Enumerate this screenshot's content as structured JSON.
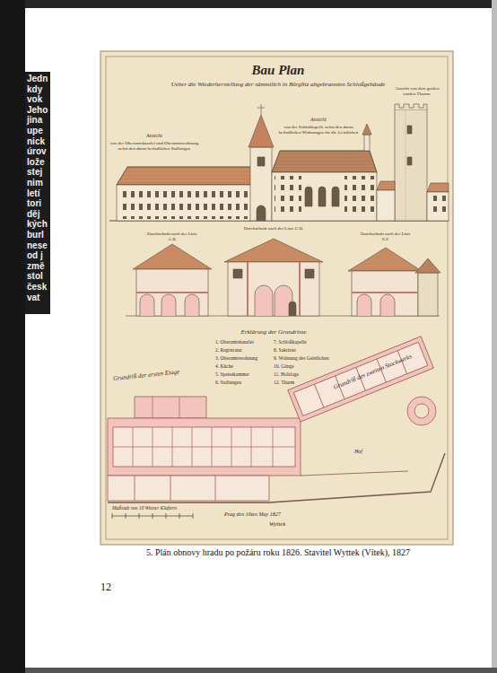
{
  "diagram": {
    "title": "Bau Plan",
    "caption": "5. Plán obnovy hradu po požáru roku 1826. Stavitel Wyttek (Vítek), 1827",
    "labels": [
      "Jedn",
      "kdy",
      "vok",
      "Jeho",
      "jina",
      "upe",
      "nick",
      "úrov",
      "lože",
      "stej",
      "nim",
      "letí",
      "tori",
      "děj",
      "kých",
      "burl",
      "nese",
      "od j",
      "změ",
      "stol",
      "česk",
      "vat",
      "Ueber die Wiederherstellung der sämmtlich in Bürglitz abgebrannten Schloßgebäude",
      "Ansicht",
      "von der Oberamtskanzlei und Oberamtswohnung nebst den daran befindlichen Stallungen",
      "Ansicht",
      "von der Schloßkapelle nebst den daran befindlichen Wohnungen für die Geistlichen",
      "Ansicht von dem großen runden Thurme",
      "Durchschnitt nach der Linie A.B.",
      "Durchschnitt nach der Linie C.D.",
      "Durchschnitt nach der Linie E.F.",
      "Erklärung der Grundrisse",
      "1. Oberamtskanzlei",
      "2. Registratur",
      "3. Oberamtswohnung",
      "4. Küche",
      "5. Speisekammer",
      "6. Stallungen",
      "7. Schloßkapelle",
      "8. Sakristei",
      "9. Wohnung des Geistlichen",
      "10. Gänge",
      "11. Holzlage",
      "12. Thurm",
      "Grundriß der ersten Etage",
      "Grundriß des zweiten Stockwerks",
      "Hof",
      "Maßstab von 10 Wiener Klaftern",
      "Prag den 16ten May 1827",
      "Wyttek",
      "12"
    ]
  }
}
